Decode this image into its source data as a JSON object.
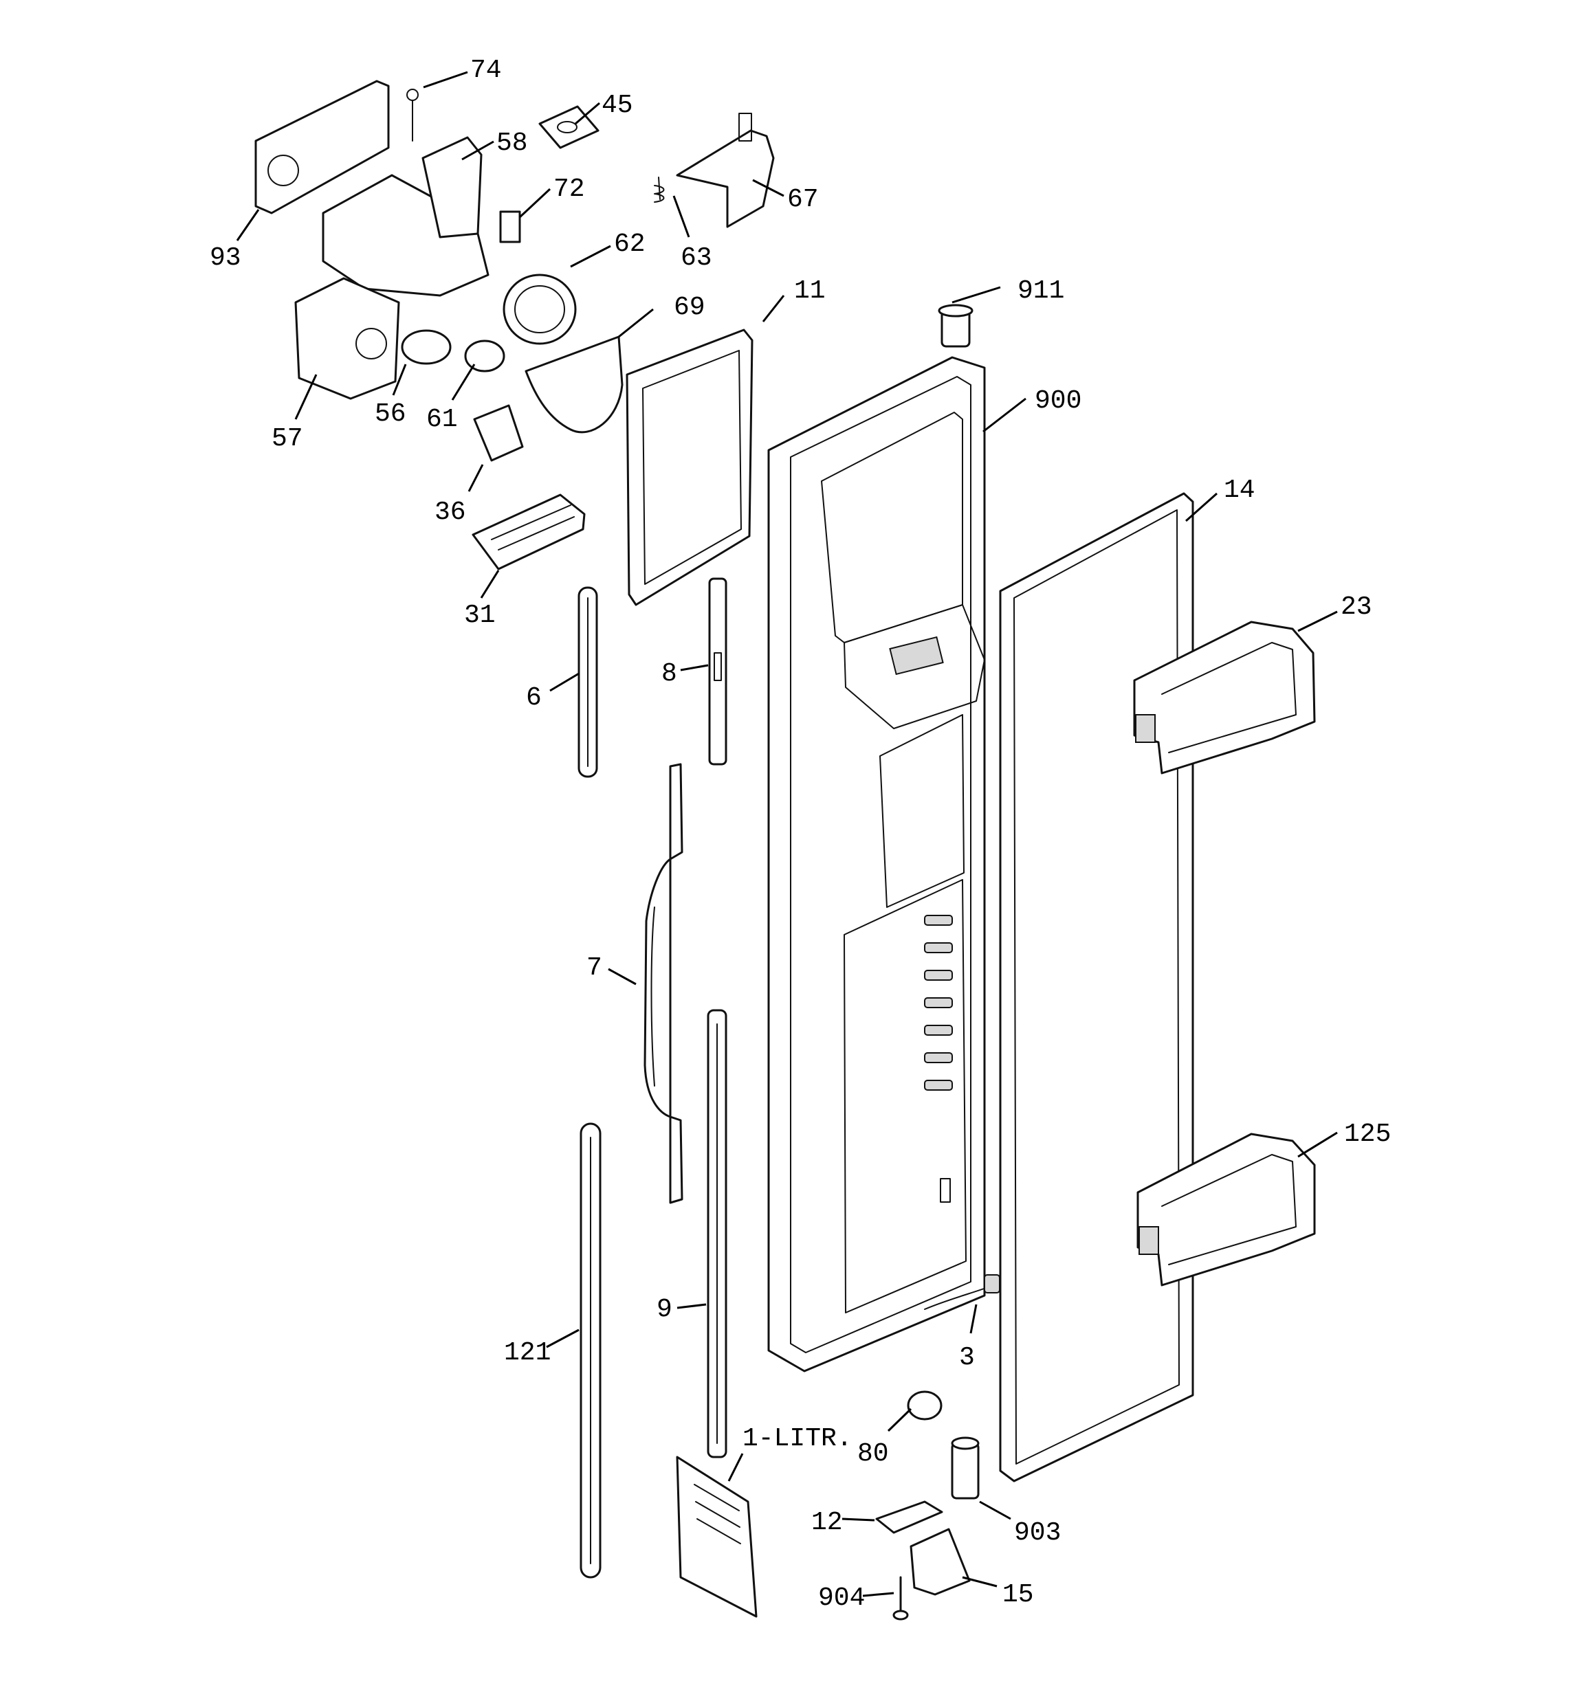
{
  "diagram": {
    "line_color": "#000000",
    "background": "#ffffff",
    "callouts": {
      "c74": "74",
      "c45": "45",
      "c58": "58",
      "c72": "72",
      "c67": "67",
      "c93": "93",
      "c63": "63",
      "c62": "62",
      "c11": "11",
      "c911": "911",
      "c69": "69",
      "c57": "57",
      "c56": "56",
      "c61": "61",
      "c900": "900",
      "c36": "36",
      "c14": "14",
      "c31": "31",
      "c23": "23",
      "c6": "6",
      "c8": "8",
      "c7": "7",
      "c125": "125",
      "c9": "9",
      "c121": "121",
      "c3": "3",
      "c80": "80",
      "c1litr": "1-LITR.",
      "c12": "12",
      "c903": "903",
      "c904": "904",
      "c15": "15"
    }
  }
}
